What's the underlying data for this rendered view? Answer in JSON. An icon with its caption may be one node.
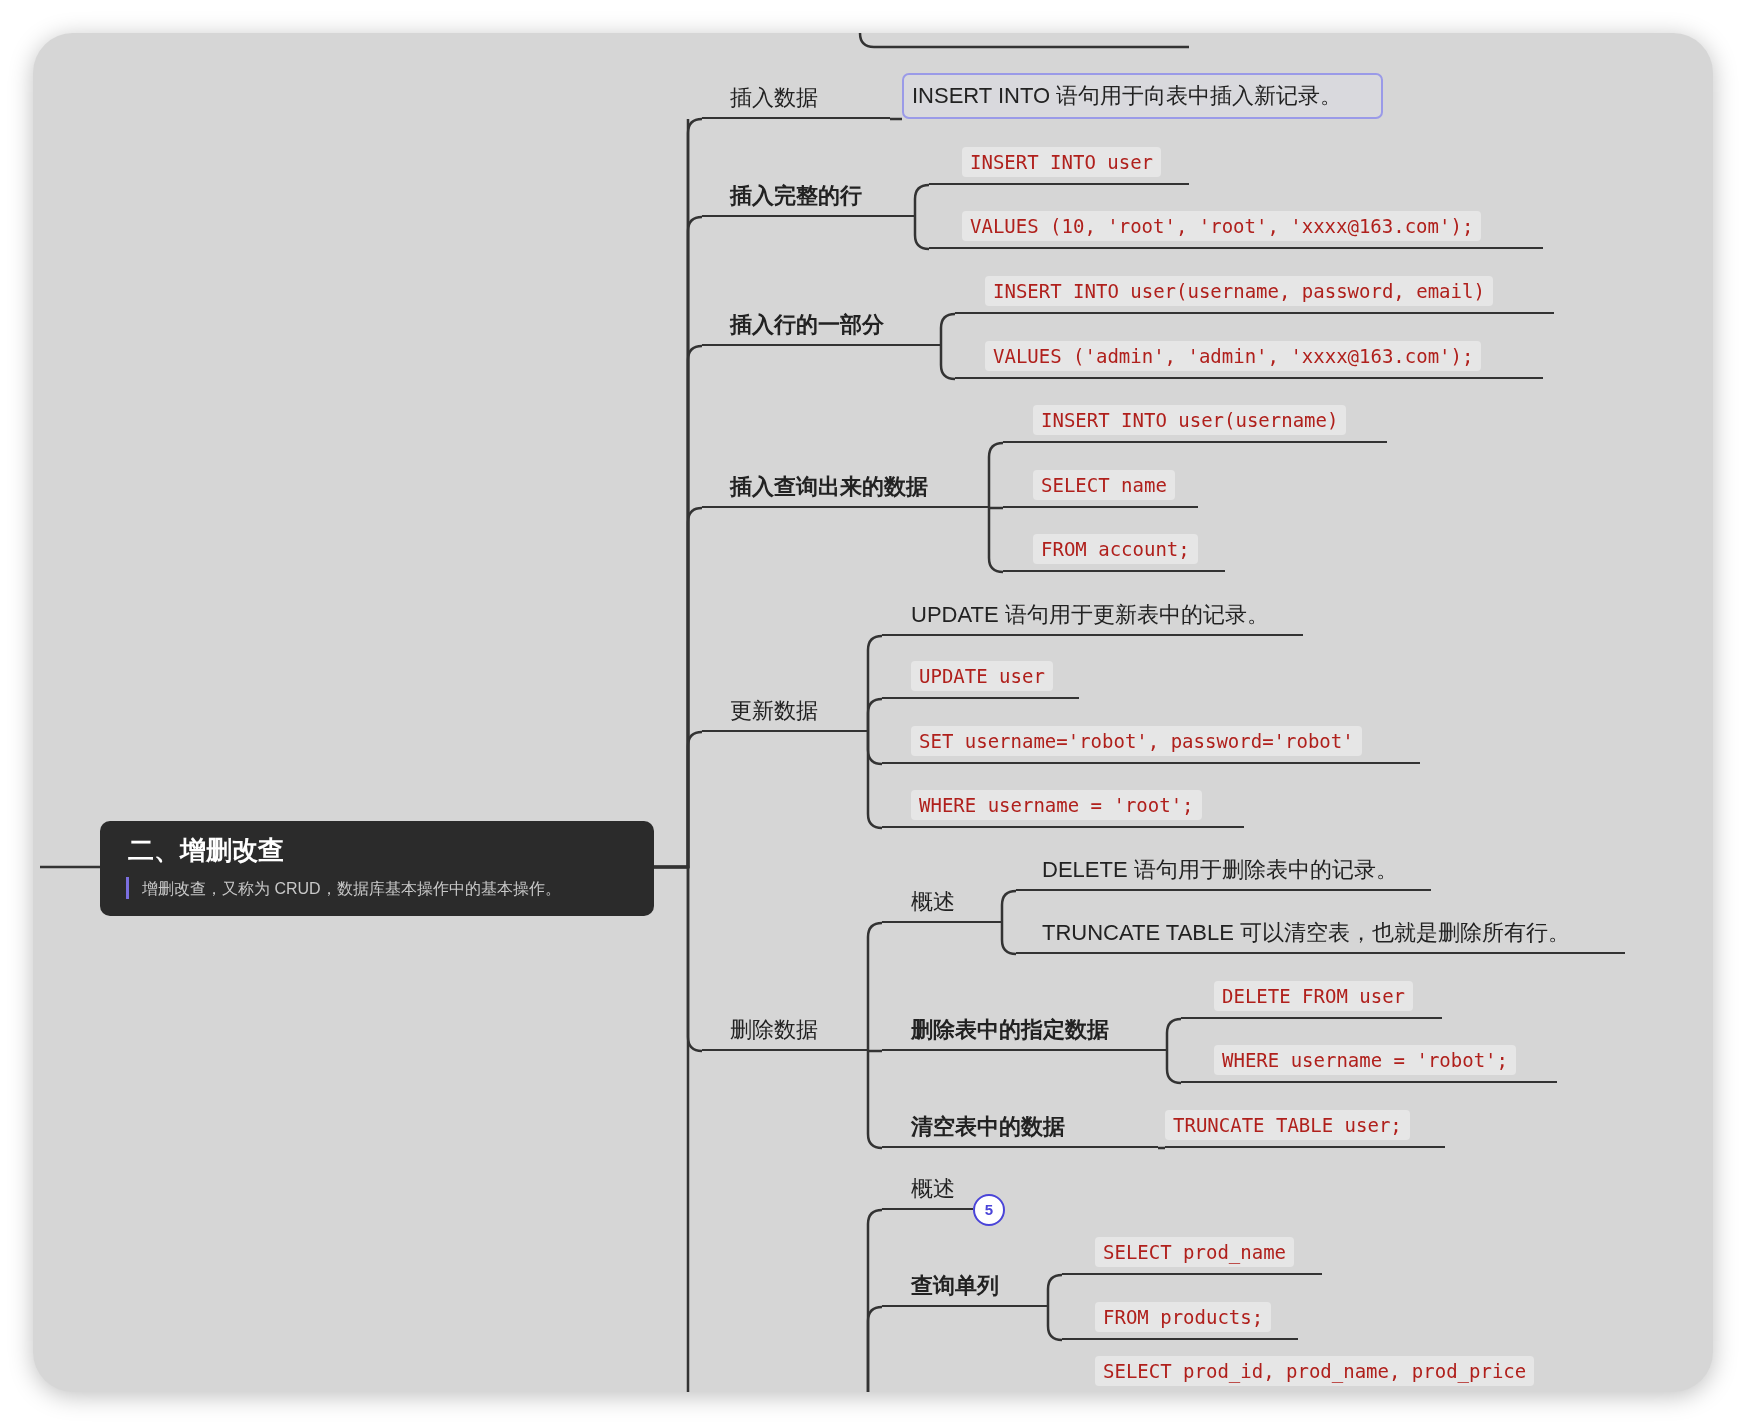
{
  "diagram": {
    "nodes": [
      {
        "text": [
          "二、增删改查",
          "增删改查，又称为 CRUD，数据库基本操作中的基本操作。"
        ]
      },
      {
        "text": [
          "插入数据"
        ]
      },
      {
        "text": [
          "INSERT INTO 语句用于向表中插入新记录。"
        ]
      },
      {
        "text": [
          "插入完整的行"
        ]
      },
      {
        "text": [
          "INSERT INTO user"
        ]
      },
      {
        "text": [
          "VALUES (10, 'root', 'root', 'xxxx@163.com');"
        ]
      },
      {
        "text": [
          "插入行的一部分"
        ]
      },
      {
        "text": [
          "INSERT INTO user(username, password, email)"
        ]
      },
      {
        "text": [
          "VALUES ('admin', 'admin', 'xxxx@163.com');"
        ]
      },
      {
        "text": [
          "插入查询出来的数据"
        ]
      },
      {
        "text": [
          "INSERT INTO user(username)"
        ]
      },
      {
        "text": [
          "SELECT name"
        ]
      },
      {
        "text": [
          "FROM account;"
        ]
      },
      {
        "text": [
          "更新数据"
        ]
      },
      {
        "text": [
          "UPDATE 语句用于更新表中的记录。"
        ]
      },
      {
        "text": [
          "UPDATE user"
        ]
      },
      {
        "text": [
          "SET username='robot', password='robot'"
        ]
      },
      {
        "text": [
          "WHERE username = 'root';"
        ]
      },
      {
        "text": [
          "删除数据"
        ]
      },
      {
        "text": [
          "概述"
        ]
      },
      {
        "text": [
          "DELETE 语句用于删除表中的记录。"
        ]
      },
      {
        "text": [
          "TRUNCATE TABLE 可以清空表，也就是删除所有行。"
        ]
      },
      {
        "text": [
          "删除表中的指定数据"
        ]
      },
      {
        "text": [
          "DELETE FROM user"
        ]
      },
      {
        "text": [
          "WHERE username = 'robot';"
        ]
      },
      {
        "text": [
          "清空表中的数据"
        ]
      },
      {
        "text": [
          "TRUNCATE TABLE user;"
        ]
      },
      {
        "text": [
          "概述"
        ],
        "beside": [
          "5"
        ]
      },
      {
        "text": [
          "查询单列"
        ]
      },
      {
        "text": [
          "SELECT prod_name"
        ]
      },
      {
        "text": [
          "FROM products;"
        ]
      },
      {
        "text": [
          "SELECT prod_id, prod_name, prod_price"
        ]
      }
    ],
    "edges": [
      {
        "from": null,
        "to": 0,
        "arrow": "none"
      },
      {
        "from": 0,
        "to": 1,
        "arrow": "none"
      },
      {
        "from": 1,
        "to": 2,
        "arrow": "none"
      },
      {
        "from": 0,
        "to": 3,
        "arrow": "none"
      },
      {
        "from": 3,
        "to": 4,
        "arrow": "none"
      },
      {
        "from": 3,
        "to": 5,
        "arrow": "none"
      },
      {
        "from": 0,
        "to": 6,
        "arrow": "none"
      },
      {
        "from": 6,
        "to": 7,
        "arrow": "none"
      },
      {
        "from": 6,
        "to": 8,
        "arrow": "none"
      },
      {
        "from": 0,
        "to": 9,
        "arrow": "none"
      },
      {
        "from": 9,
        "to": 10,
        "arrow": "none"
      },
      {
        "from": 9,
        "to": 11,
        "arrow": "none"
      },
      {
        "from": 9,
        "to": 12,
        "arrow": "none"
      },
      {
        "from": 0,
        "to": 13,
        "arrow": "none"
      },
      {
        "from": 13,
        "to": 14,
        "arrow": "none"
      },
      {
        "from": 13,
        "to": 15,
        "arrow": "none"
      },
      {
        "from": 13,
        "to": 16,
        "arrow": "none"
      },
      {
        "from": 13,
        "to": 17,
        "arrow": "none"
      },
      {
        "from": 0,
        "to": 18,
        "arrow": "none"
      },
      {
        "from": 18,
        "to": 19,
        "arrow": "none"
      },
      {
        "from": 19,
        "to": 20,
        "arrow": "none"
      },
      {
        "from": 19,
        "to": 21,
        "arrow": "none"
      },
      {
        "from": 18,
        "to": 22,
        "arrow": "none"
      },
      {
        "from": 22,
        "to": 23,
        "arrow": "none"
      },
      {
        "from": 22,
        "to": 24,
        "arrow": "none"
      },
      {
        "from": 18,
        "to": 25,
        "arrow": "none"
      },
      {
        "from": 25,
        "to": 26,
        "arrow": "none"
      },
      {
        "from": null,
        "to": 27,
        "arrow": "none"
      },
      {
        "from": null,
        "to": 28,
        "arrow": "none"
      },
      {
        "from": 28,
        "to": 29,
        "arrow": "none"
      },
      {
        "from": 28,
        "to": 30,
        "arrow": "none"
      }
    ]
  }
}
